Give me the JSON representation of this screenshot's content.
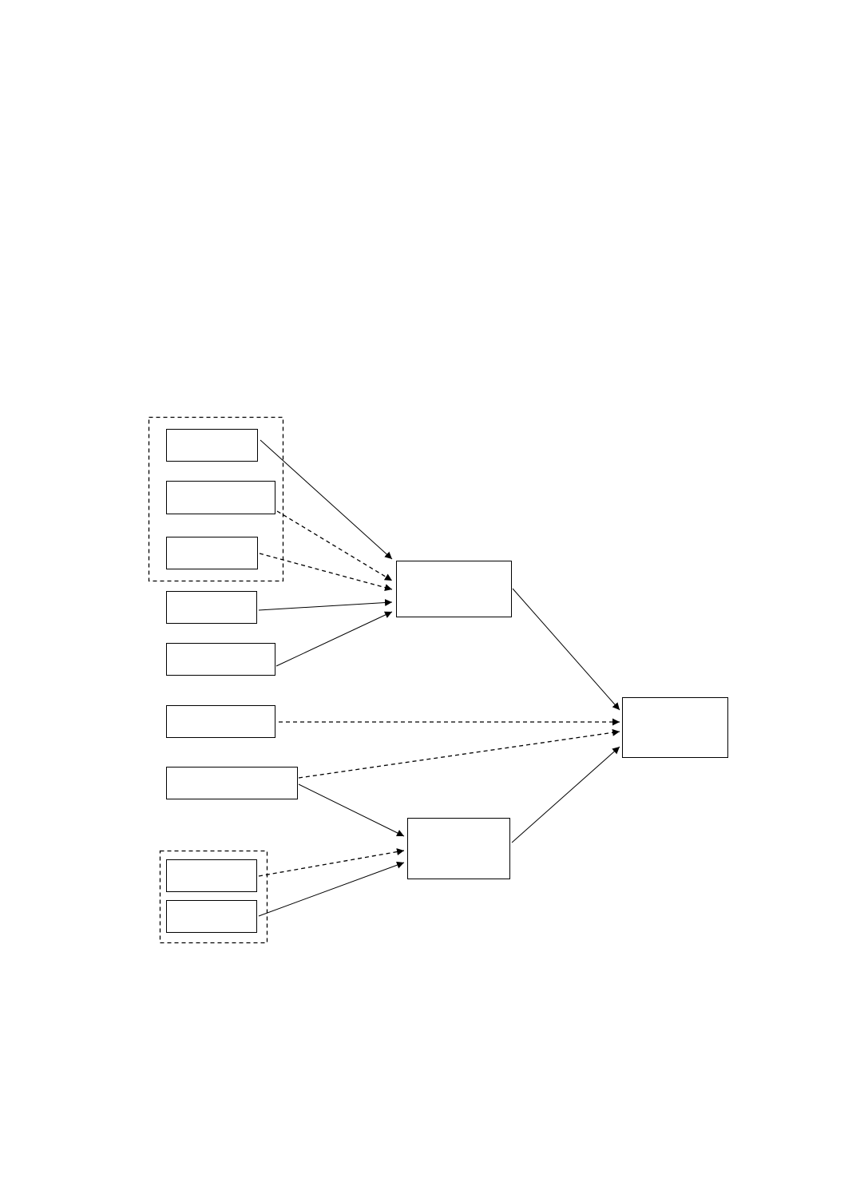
{
  "diagram": {
    "stroke_color": "#000000",
    "background_color": "#ffffff",
    "nodes": [
      {
        "id": "a1",
        "label": ""
      },
      {
        "id": "a2",
        "label": ""
      },
      {
        "id": "a3",
        "label": ""
      },
      {
        "id": "a4",
        "label": ""
      },
      {
        "id": "a5",
        "label": ""
      },
      {
        "id": "a6",
        "label": ""
      },
      {
        "id": "a7",
        "label": ""
      },
      {
        "id": "a8",
        "label": ""
      },
      {
        "id": "a9",
        "label": ""
      },
      {
        "id": "mid-top",
        "label": ""
      },
      {
        "id": "mid-bottom",
        "label": ""
      },
      {
        "id": "target",
        "label": ""
      }
    ],
    "groups": [
      {
        "id": "group-top",
        "members": [
          "a1",
          "a2",
          "a3"
        ]
      },
      {
        "id": "group-bottom",
        "members": [
          "a8",
          "a9"
        ]
      }
    ],
    "edges": [
      {
        "from": "a1",
        "to": "mid-top",
        "style": "solid"
      },
      {
        "from": "a2",
        "to": "mid-top",
        "style": "dashed"
      },
      {
        "from": "a3",
        "to": "mid-top",
        "style": "dashed"
      },
      {
        "from": "a4",
        "to": "mid-top",
        "style": "solid"
      },
      {
        "from": "a5",
        "to": "mid-top",
        "style": "solid"
      },
      {
        "from": "mid-top",
        "to": "target",
        "style": "solid"
      },
      {
        "from": "a6",
        "to": "target",
        "style": "dashed"
      },
      {
        "from": "a7",
        "to": "target",
        "style": "dashed"
      },
      {
        "from": "a7",
        "to": "mid-bottom",
        "style": "solid"
      },
      {
        "from": "a8",
        "to": "mid-bottom",
        "style": "dashed"
      },
      {
        "from": "a9",
        "to": "mid-bottom",
        "style": "solid"
      },
      {
        "from": "mid-bottom",
        "to": "target",
        "style": "solid"
      }
    ]
  }
}
